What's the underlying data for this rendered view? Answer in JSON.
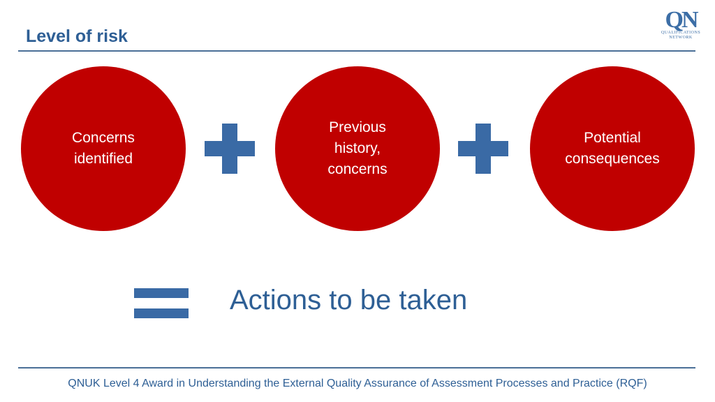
{
  "slide": {
    "title": "Level of risk",
    "footer": "QNUK Level 4 Award in Understanding the External Quality Assurance of Assessment Processes and Practice (RQF)"
  },
  "logo": {
    "mark": "QN",
    "line1": "QUALIFICATIONS",
    "line2": "NETWORK"
  },
  "diagram": {
    "circles": [
      {
        "label": "Concerns\nidentified"
      },
      {
        "label": "Previous\nhistory,\nconcerns"
      },
      {
        "label": "Potential\nconsequences"
      }
    ],
    "result": "Actions to be taken",
    "colors": {
      "circle_fill": "#c00000",
      "operator": "#3a6aa5",
      "heading": "#2e5f95"
    },
    "icons": [
      "plus-icon",
      "plus-icon",
      "equals-icon"
    ]
  }
}
